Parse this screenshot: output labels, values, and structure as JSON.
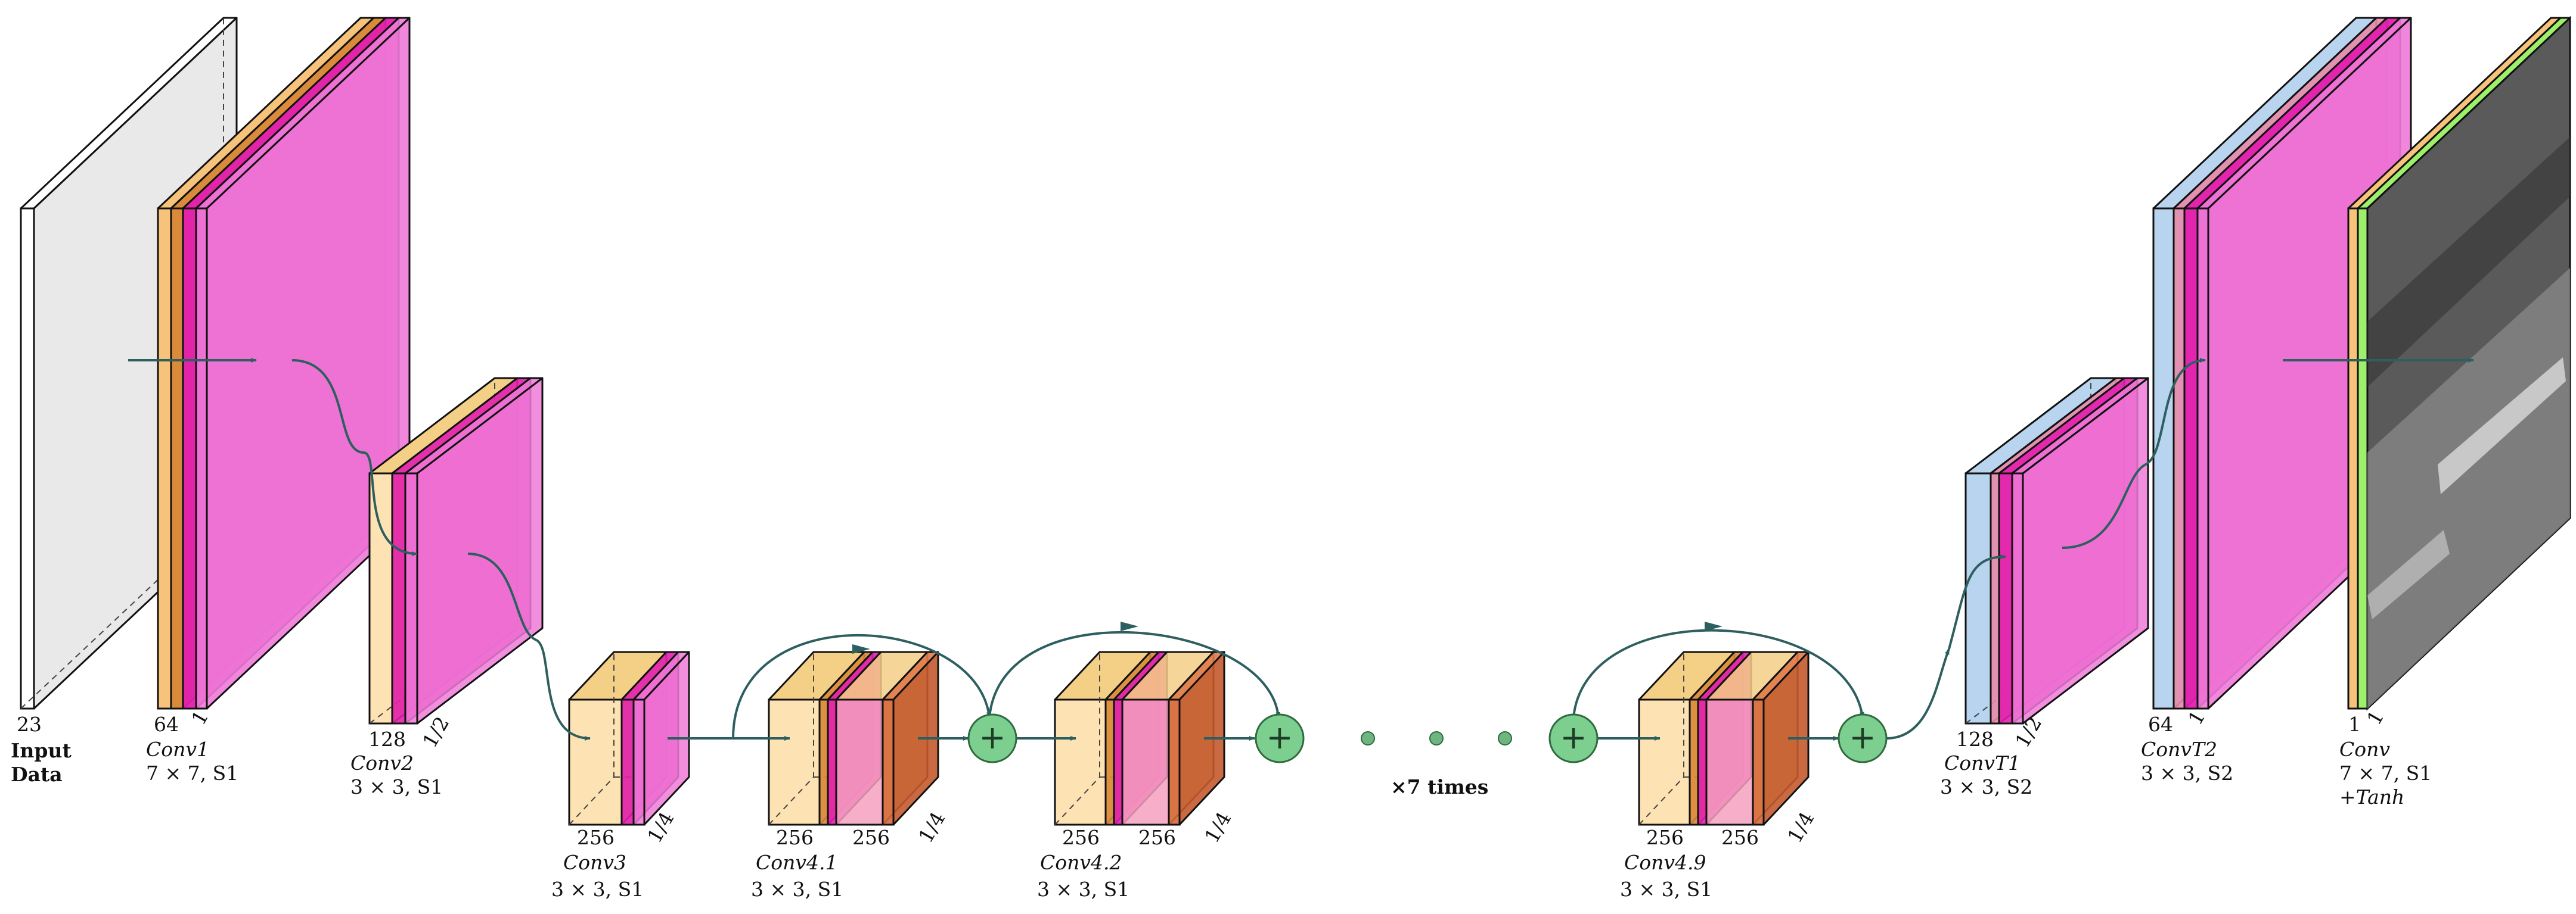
{
  "colors": {
    "input_face": "#e9e9e9",
    "conv_bn": "#f7c27a",
    "relu": "#d98a3a",
    "magenta": "#e21fae",
    "magenta_light": "#f07ad8",
    "cream": "#fde3b3",
    "cream_dark": "#f4cf86",
    "orange_block": "#d8693b",
    "blue": "#b8d4ee",
    "pink": "#e88aa8",
    "green_layer": "#9cf06a",
    "sum_fill": "#7ccf8f",
    "arrow": "#2e5f5f",
    "dot": "#6fb580",
    "photo_dark": "#333333"
  },
  "blocks": [
    {
      "id": "input",
      "channels": "23",
      "size": "",
      "name_bold": "Input",
      "name_bold2": "Data",
      "op": ""
    },
    {
      "id": "conv1",
      "channels": "64",
      "size": "1",
      "name": "Conv1",
      "op": "7 × 7, S1"
    },
    {
      "id": "conv2",
      "channels": "128",
      "size": "1/2",
      "name": "Conv2",
      "op": "3 × 3, S1"
    },
    {
      "id": "conv3",
      "channels": "256",
      "size": "1/4",
      "name": "Conv3",
      "op": "3 × 3, S1"
    },
    {
      "id": "conv41",
      "channels": "256",
      "channels2": "256",
      "size": "1/4",
      "name": "Conv4.1",
      "op": "3 × 3, S1"
    },
    {
      "id": "conv42",
      "channels": "256",
      "channels2": "256",
      "size": "1/4",
      "name": "Conv4.2",
      "op": "3 × 3, S1"
    },
    {
      "id": "conv49",
      "channels": "256",
      "channels2": "256",
      "size": "1/4",
      "name": "Conv4.9",
      "op": "3 × 3, S1"
    },
    {
      "id": "convt1",
      "channels": "128",
      "size": "1/2",
      "name": "ConvT1",
      "op": "3 × 3, S2"
    },
    {
      "id": "convt2",
      "channels": "64",
      "size": "1",
      "name": "ConvT2",
      "op": "3 × 3, S2"
    },
    {
      "id": "convout",
      "channels": "1",
      "size": "1",
      "name": "Conv",
      "op": "7 × 7, S1",
      "extra": "+Tanh"
    }
  ],
  "repeat_label": "×7 times",
  "sum_symbol": "+"
}
